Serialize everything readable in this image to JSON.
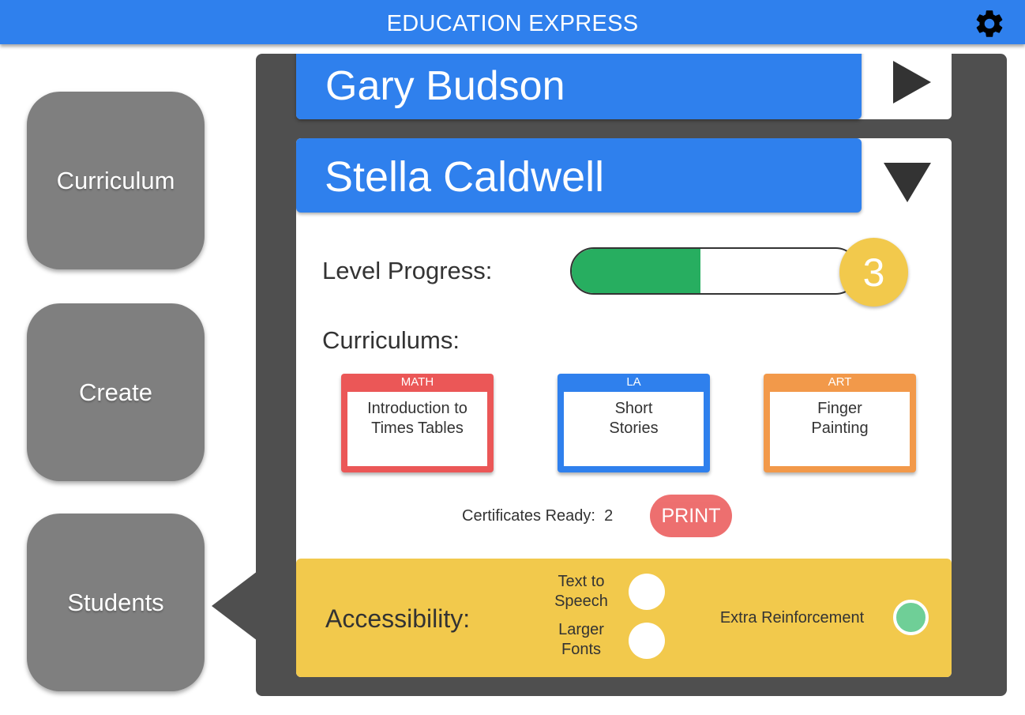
{
  "header": {
    "title": "EDUCATION EXPRESS",
    "settings_icon": "gear-icon",
    "background": "#2f80ed"
  },
  "nav": {
    "items": [
      {
        "label": "Curriculum"
      },
      {
        "label": "Create"
      },
      {
        "label": "Students",
        "active": true
      }
    ]
  },
  "students": [
    {
      "name": "Gary Budson",
      "expanded": false,
      "expand_icon": "triangle-right-icon"
    },
    {
      "name": "Stella Caldwell",
      "expanded": true,
      "expand_icon": "triangle-down-icon",
      "level_progress_label": "Level Progress:",
      "level_progress": 0.45,
      "level": "3",
      "curriculums_label": "Curriculums:",
      "curriculums": [
        {
          "subject": "MATH",
          "title_line1": "Introduction to",
          "title_line2": "Times Tables",
          "color": "#eb5757"
        },
        {
          "subject": "LA",
          "title_line1": "Short",
          "title_line2": "Stories",
          "color": "#2f80ed"
        },
        {
          "subject": "ART",
          "title_line1": "Finger",
          "title_line2": "Painting",
          "color": "#f2994a"
        }
      ],
      "certificates_label": "Certificates Ready:",
      "certificates_count": "2",
      "print_label": "PRINT"
    }
  ],
  "accessibility": {
    "title": "Accessibility:",
    "options": [
      {
        "line1": "Text to",
        "line2": "Speech",
        "enabled": false
      },
      {
        "line1": "Larger",
        "line2": "Fonts",
        "enabled": false
      },
      {
        "label": "Extra Reinforcement",
        "enabled": true
      }
    ]
  },
  "colors": {
    "accent": "#2f80ed",
    "panel": "#4f4f4f",
    "nav_button": "#7f7f7f",
    "progress": "#27ae60",
    "accessibility": "#f2c94c",
    "print": "#eb5757",
    "toggle_on": "#6fcf97"
  }
}
